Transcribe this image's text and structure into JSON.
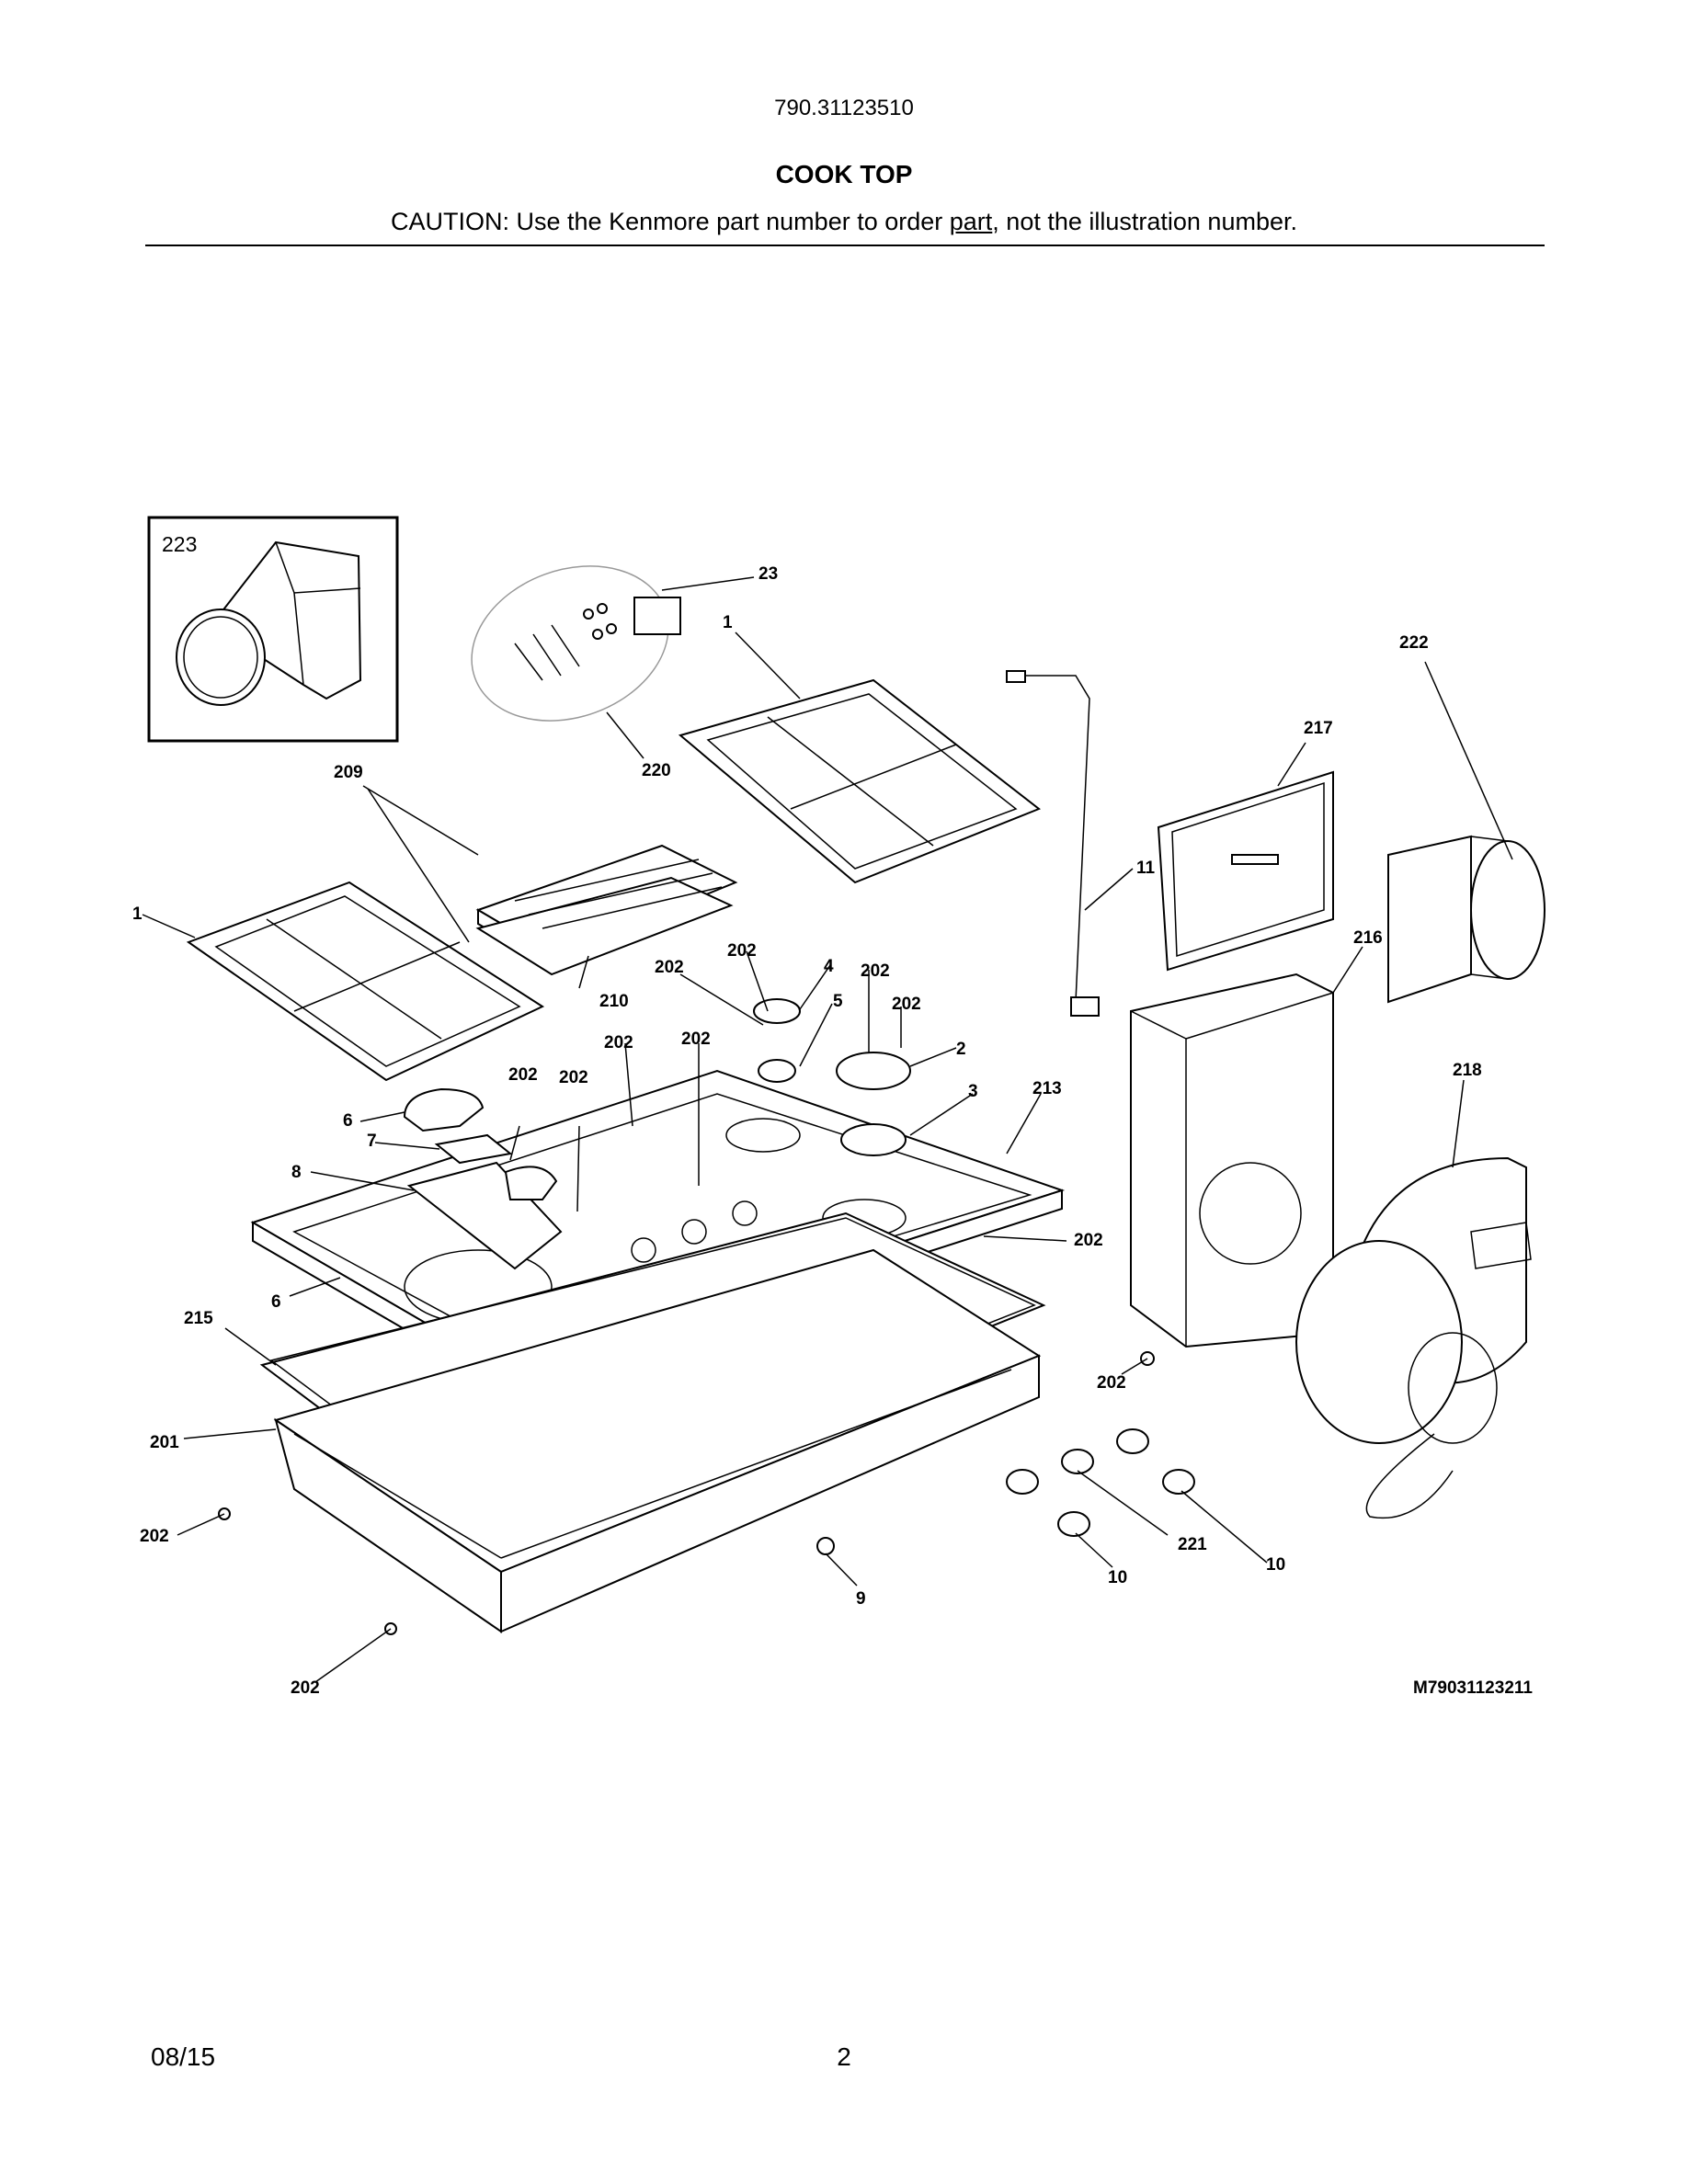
{
  "header": {
    "model_number": "790.31123510",
    "section_title": "COOK TOP",
    "caution_before": "CAUTION: Use the Kenmore part number to order ",
    "caution_link": "part",
    "caution_after": ", not the illustration number."
  },
  "inset": {
    "label": "223"
  },
  "callouts": [
    {
      "id": "c23",
      "text": "23"
    },
    {
      "id": "c1a",
      "text": "1"
    },
    {
      "id": "c222",
      "text": "222"
    },
    {
      "id": "c217",
      "text": "217"
    },
    {
      "id": "c209",
      "text": "209"
    },
    {
      "id": "c220",
      "text": "220"
    },
    {
      "id": "c11",
      "text": "11"
    },
    {
      "id": "c1b",
      "text": "1"
    },
    {
      "id": "c216",
      "text": "216"
    },
    {
      "id": "c202a",
      "text": "202"
    },
    {
      "id": "c4",
      "text": "4"
    },
    {
      "id": "c202b",
      "text": "202"
    },
    {
      "id": "c202c",
      "text": "202"
    },
    {
      "id": "c210",
      "text": "210"
    },
    {
      "id": "c5",
      "text": "5"
    },
    {
      "id": "c202d",
      "text": "202"
    },
    {
      "id": "c202e",
      "text": "202"
    },
    {
      "id": "c202f",
      "text": "202"
    },
    {
      "id": "c2",
      "text": "2"
    },
    {
      "id": "c218",
      "text": "218"
    },
    {
      "id": "c202g",
      "text": "202"
    },
    {
      "id": "c202h",
      "text": "202"
    },
    {
      "id": "c3",
      "text": "3"
    },
    {
      "id": "c213",
      "text": "213"
    },
    {
      "id": "c6a",
      "text": "6"
    },
    {
      "id": "c7",
      "text": "7"
    },
    {
      "id": "c8",
      "text": "8"
    },
    {
      "id": "c202i",
      "text": "202"
    },
    {
      "id": "c6b",
      "text": "6"
    },
    {
      "id": "c215",
      "text": "215"
    },
    {
      "id": "c202j",
      "text": "202"
    },
    {
      "id": "c201",
      "text": "201"
    },
    {
      "id": "c202k",
      "text": "202"
    },
    {
      "id": "c221",
      "text": "221"
    },
    {
      "id": "c10a",
      "text": "10"
    },
    {
      "id": "c10b",
      "text": "10"
    },
    {
      "id": "c9",
      "text": "9"
    },
    {
      "id": "c202l",
      "text": "202"
    }
  ],
  "drawing_id": "M79031123211",
  "footer": {
    "date": "08/15",
    "page": "2"
  }
}
